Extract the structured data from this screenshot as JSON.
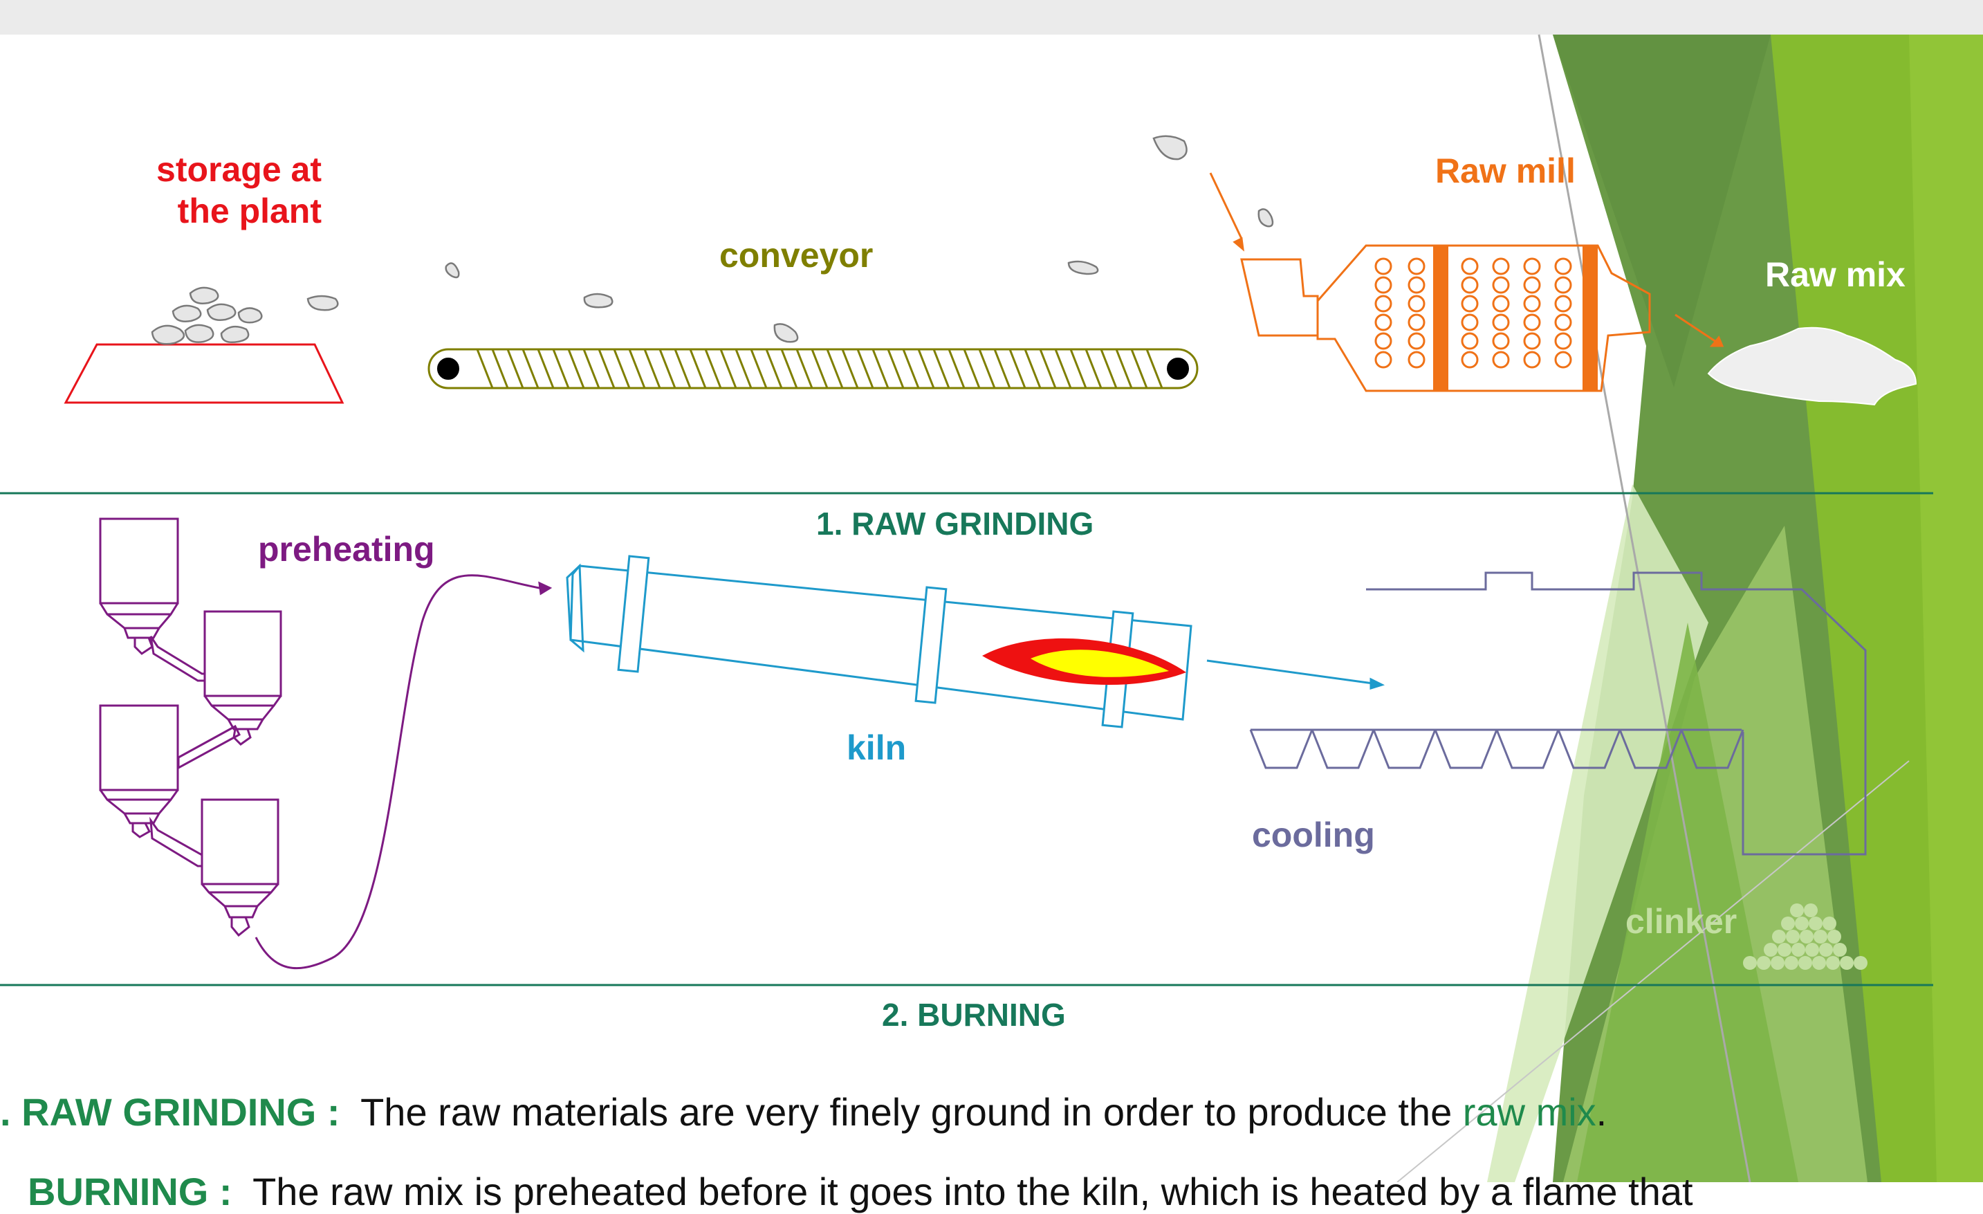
{
  "labels": {
    "storage_line1": "storage at",
    "storage_line2": "the plant",
    "conveyor": "conveyor",
    "raw_mill": "Raw mill",
    "raw_mix": "Raw mix",
    "section1": "1. RAW GRINDING",
    "preheating": "preheating",
    "kiln": "kiln",
    "cooling": "cooling",
    "clinker": "clinker",
    "section2": "2. BURNING"
  },
  "bottom": {
    "line1_term": ". RAW GRINDING :",
    "line1_text": "The raw materials are very finely ground in order to produce the",
    "line1_link": "raw mix",
    "line1_end": ".",
    "line2_term": "BURNING :",
    "line2_text": "The raw mix is preheated before it goes into the kiln, which is heated by a flame that"
  },
  "colors": {
    "storage": "#e8141b",
    "conveyor": "#7f7f00",
    "raw_mill": "#f07217",
    "raw_mix": "#ffffff",
    "section": "#17785a",
    "preheating": "#7d1a82",
    "kiln": "#1e9acb",
    "cooling": "#6b6b9d",
    "clinker": "#c3dfa2",
    "bottom_term": "#1f8a4c",
    "bottom_link": "#1f8a4c"
  }
}
